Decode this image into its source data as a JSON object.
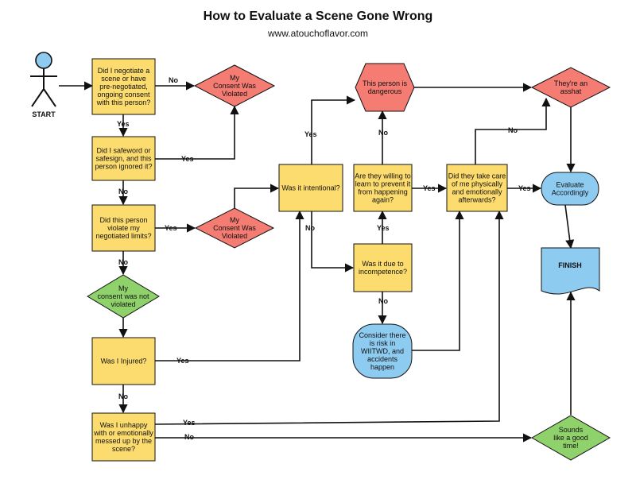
{
  "header": {
    "title": "How to Evaluate a Scene Gone Wrong",
    "subtitle": "www.atouchoflavor.com"
  },
  "colors": {
    "process": "#fcdc6e",
    "danger": "#f47c73",
    "safe": "#8fd16a",
    "terminal": "#8ecbf0",
    "line": "#111111"
  },
  "start": {
    "label": "START"
  },
  "nodes": {
    "negotiate": [
      "Did I negotiate a",
      "scene or have",
      "pre-negotiated,",
      "ongoing consent",
      "with this person?"
    ],
    "violated1": [
      "My",
      "Consent Was",
      "Violated"
    ],
    "safeword": [
      "Did I safeword or",
      "safesign, and this",
      "person ignored it?"
    ],
    "limits": [
      "Did this person",
      "violate my",
      "negotiated limits?"
    ],
    "violated2": [
      "My",
      "Consent Was",
      "Violated"
    ],
    "notviolated": [
      "My",
      "consent was not",
      "violated"
    ],
    "injured": [
      "Was I Injured?"
    ],
    "unhappy": [
      "Was I unhappy",
      "with or emotionally",
      "messed up by the",
      "scene?"
    ],
    "intentional": [
      "Was it intentional?"
    ],
    "dangerous": [
      "This person is",
      "dangerous"
    ],
    "willing": [
      "Are they willing to",
      "learn to prevent it",
      "from happening",
      "again?"
    ],
    "incompetence": [
      "Was it due to",
      "incompetence?"
    ],
    "consider": [
      "Consider there",
      "is risk in",
      "WIITWD, and",
      "accidents",
      "happen"
    ],
    "aftercare": [
      "Did they take care",
      "of me physically",
      "and emotionally",
      "afterwards?"
    ],
    "asshat": [
      "They're an",
      "asshat"
    ],
    "evaluate": [
      "Evaluate",
      "Accordingly"
    ],
    "finish": [
      "FINISH"
    ],
    "goodtime": [
      "Sounds",
      "like a good",
      "time!"
    ]
  },
  "edges": {
    "yes": "Yes",
    "no": "No"
  }
}
